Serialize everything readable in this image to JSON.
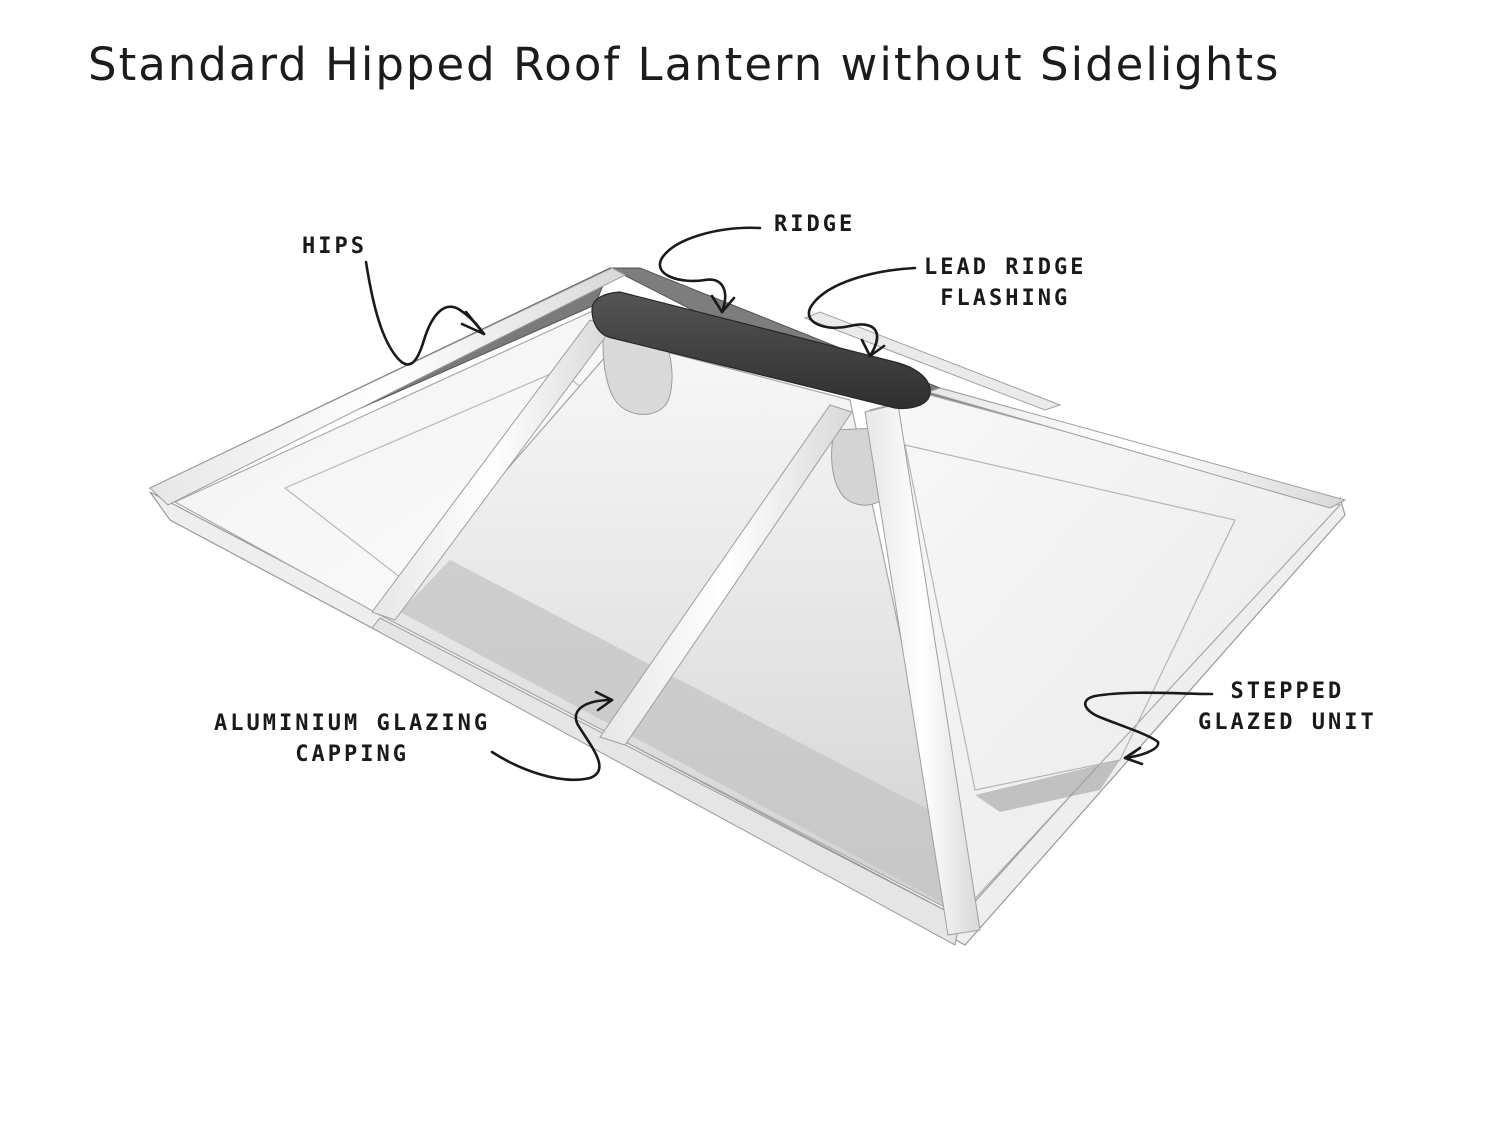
{
  "title": "Standard Hipped Roof Lantern without Sidelights",
  "labels": {
    "hips": "HIPS",
    "ridge": "RIDGE",
    "lead_ridge_flashing": [
      "LEAD RIDGE",
      "FLASHING"
    ],
    "aluminium_glazing_capping": [
      "ALUMINIUM GLAZING",
      "CAPPING"
    ],
    "stepped_glazed_unit": [
      "STEPPED",
      "GLAZED UNIT"
    ]
  },
  "colors": {
    "ink": "#1a1a1a",
    "ridge_cap": "#3d3d3d",
    "glass_shadow": "#bdbdbd",
    "frame": "#f4f4f4"
  }
}
